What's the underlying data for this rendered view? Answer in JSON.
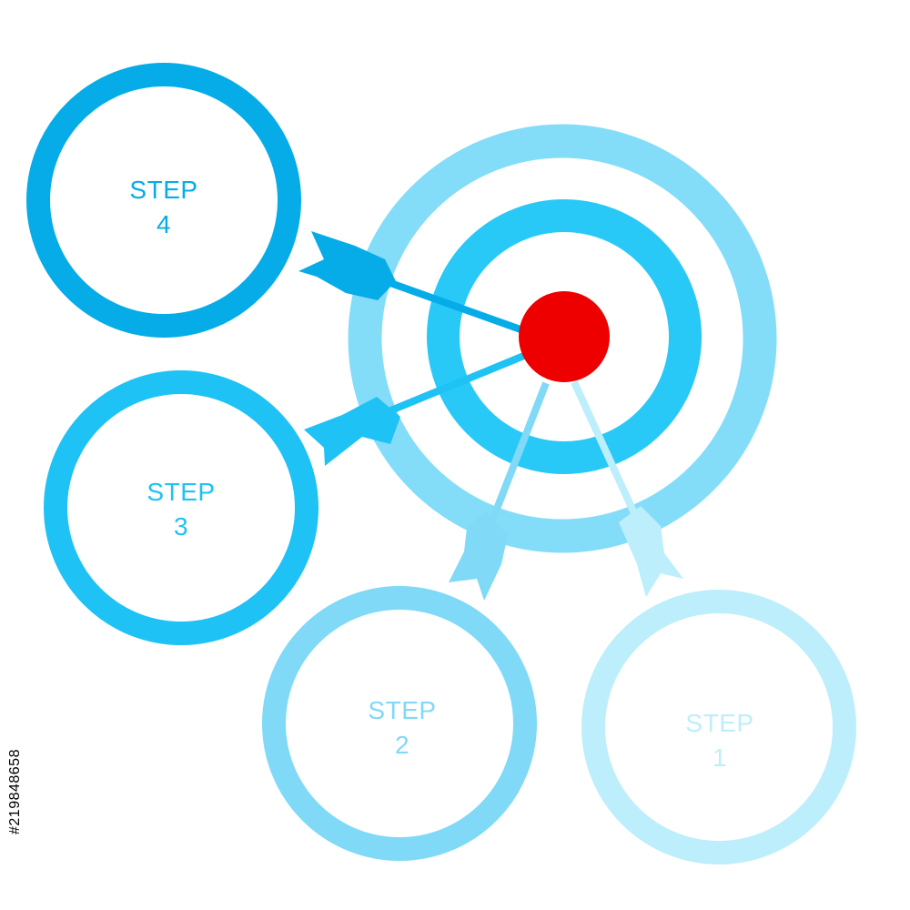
{
  "colors": {
    "step4": "#05ACE8",
    "step3": "#1EC2F4",
    "step2": "#7FD9F7",
    "step1": "#BDEEFB",
    "target_outer": "#84DDF8",
    "target_inner": "#28C9F6",
    "bullseye": "#EE0000",
    "stock_id": "#000000"
  },
  "steps": [
    {
      "id": "step4",
      "word": "STEP",
      "number": "4"
    },
    {
      "id": "step3",
      "word": "STEP",
      "number": "3"
    },
    {
      "id": "step2",
      "word": "STEP",
      "number": "2"
    },
    {
      "id": "step1",
      "word": "STEP",
      "number": "1"
    }
  ],
  "stock_id": "#219848658"
}
